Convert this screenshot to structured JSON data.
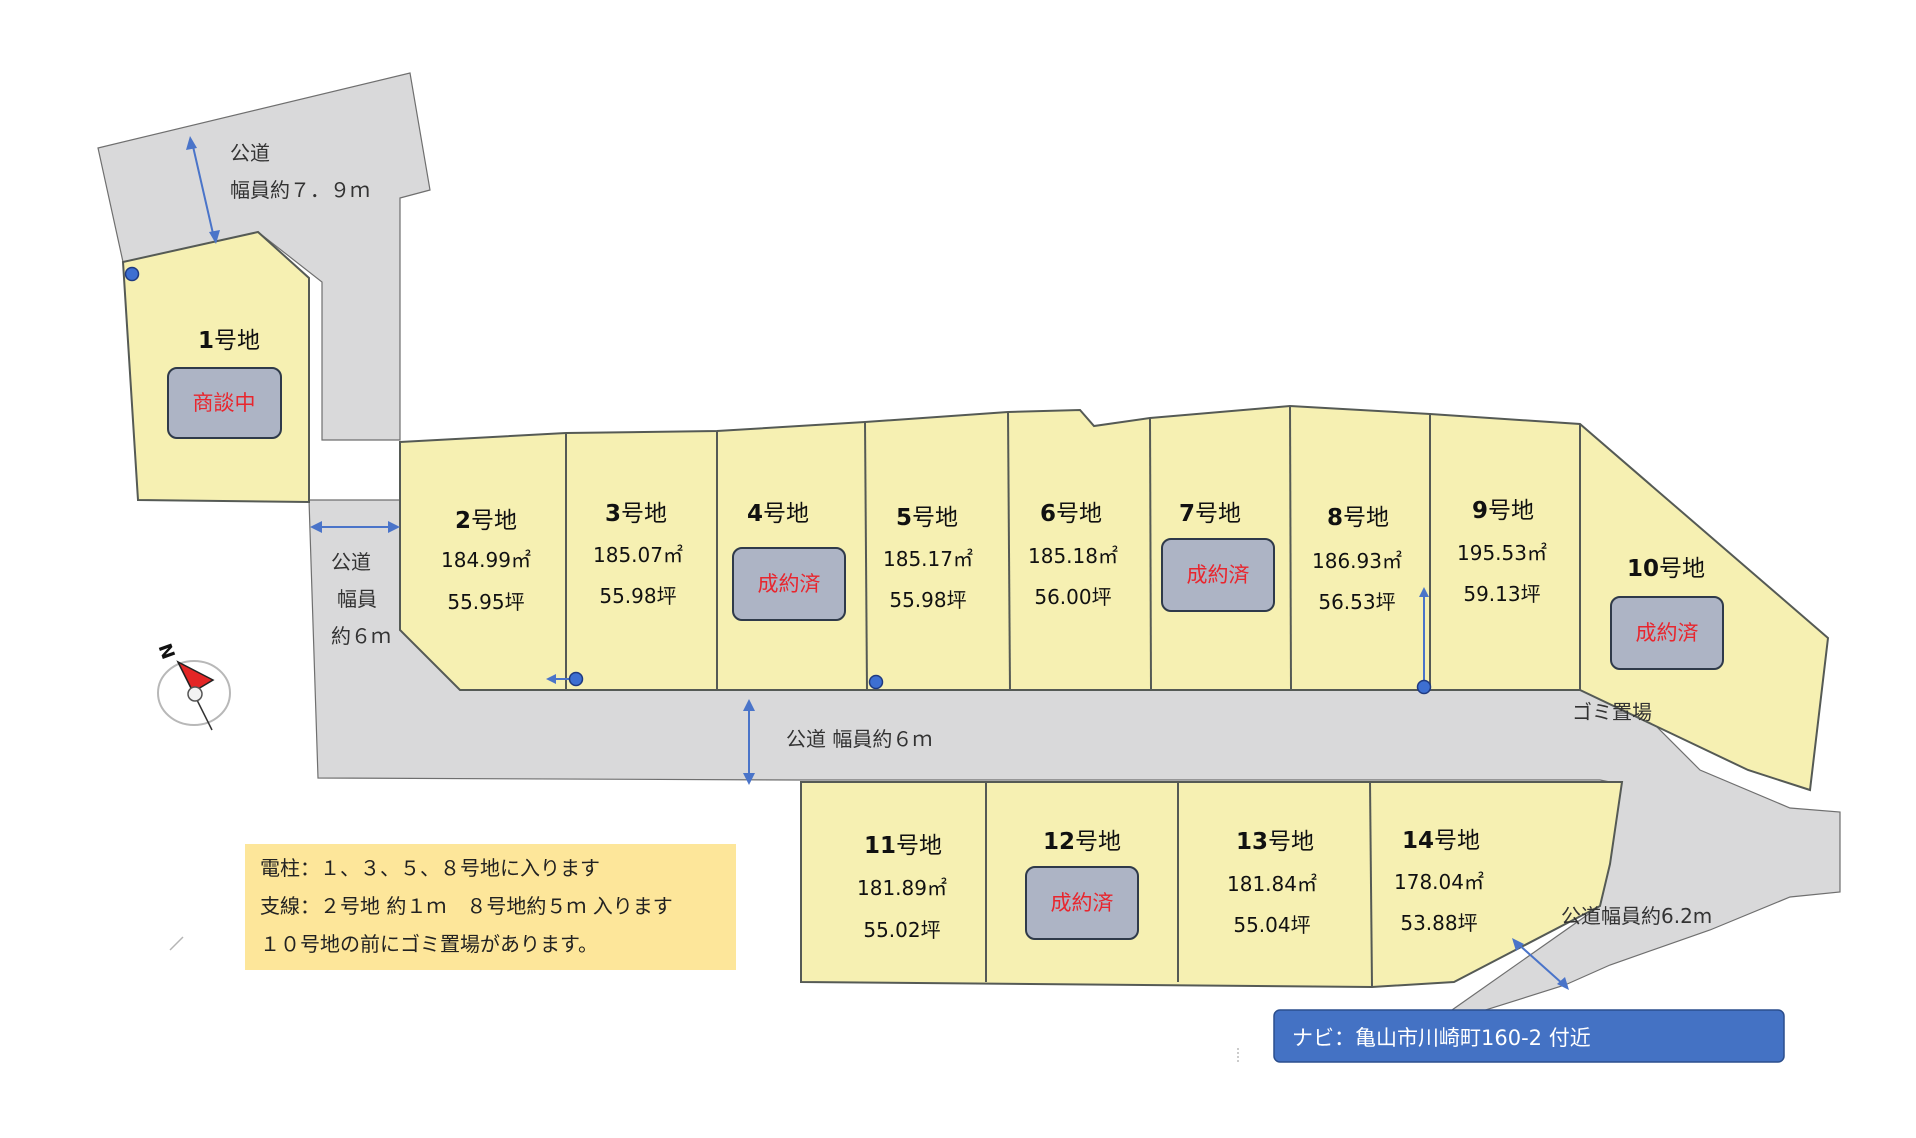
{
  "roads": {
    "north": {
      "line1": "公道",
      "line2": "幅員約７．９ｍ"
    },
    "west": {
      "line1": "公道",
      "line2": "幅員",
      "line3": "約６ｍ"
    },
    "main": {
      "label": "公道 幅員約６ｍ"
    },
    "southeast": {
      "label": "公道幅員約6.2m"
    }
  },
  "garbage_label": "ゴミ置場",
  "lots": [
    {
      "num": "1",
      "suffix": "号地",
      "status": "商談中"
    },
    {
      "num": "2",
      "suffix": "号地",
      "area_m2": "184.99㎡",
      "area_tsubo": "55.95坪"
    },
    {
      "num": "3",
      "suffix": "号地",
      "area_m2": "185.07㎡",
      "area_tsubo": "55.98坪"
    },
    {
      "num": "4",
      "suffix": "号地",
      "status": "成約済"
    },
    {
      "num": "5",
      "suffix": "号地",
      "area_m2": "185.17㎡",
      "area_tsubo": "55.98坪"
    },
    {
      "num": "6",
      "suffix": "号地",
      "area_m2": "185.18㎡",
      "area_tsubo": "56.00坪"
    },
    {
      "num": "7",
      "suffix": "号地",
      "status": "成約済"
    },
    {
      "num": "8",
      "suffix": "号地",
      "area_m2": "186.93㎡",
      "area_tsubo": "56.53坪"
    },
    {
      "num": "9",
      "suffix": "号地",
      "area_m2": "195.53㎡",
      "area_tsubo": "59.13坪"
    },
    {
      "num": "10",
      "suffix": "号地",
      "status": "成約済"
    },
    {
      "num": "11",
      "suffix": "号地",
      "area_m2": "181.89㎡",
      "area_tsubo": "55.02坪"
    },
    {
      "num": "12",
      "suffix": "号地",
      "status": "成約済"
    },
    {
      "num": "13",
      "suffix": "号地",
      "area_m2": "181.84㎡",
      "area_tsubo": "55.04坪"
    },
    {
      "num": "14",
      "suffix": "号地",
      "area_m2": "178.04㎡",
      "area_tsubo": "53.88坪"
    }
  ],
  "compass": {
    "label": "N",
    "icon": "north-arrow-icon"
  },
  "note": {
    "line1": "電柱：１、３、５、８号地に入ります",
    "line2": "支線：２号地 約１ｍ　８号地約５ｍ 入ります",
    "line3": "１０号地の前にゴミ置場があります。"
  },
  "navi": {
    "label": "ナビ：亀山市川崎町160-2 付近"
  },
  "colors": {
    "lot": "#f6f0b2",
    "road": "#d9d9da",
    "status_box": "#adb4c5",
    "status_text": "#e8262e",
    "navi": "#4472c4",
    "note": "#fde69a",
    "pole": "#3d6fd1"
  }
}
